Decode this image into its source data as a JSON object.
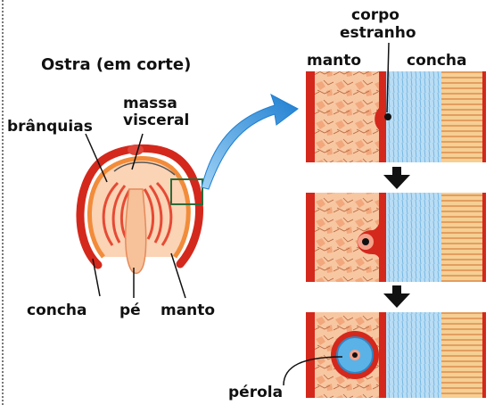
{
  "labels": {
    "title": "Ostra (em corte)",
    "massa": "massa",
    "visceral": "visceral",
    "branquias": "brânquias",
    "concha_left": "concha",
    "pe": "pé",
    "manto_left": "manto",
    "corpo": "corpo",
    "estranho": "estranho",
    "manto_right": "manto",
    "concha_right": "concha",
    "perola": "pérola"
  },
  "colors": {
    "shell_red": "#d4281c",
    "flesh": "#f3b58e",
    "mantle_orange": "#f28c3a",
    "shell_blue": "#a9d4f0",
    "shell_tan": "#f4c98a",
    "pearl_blue": "#5bb2e6",
    "arrow_blue": "#3b9be0"
  }
}
